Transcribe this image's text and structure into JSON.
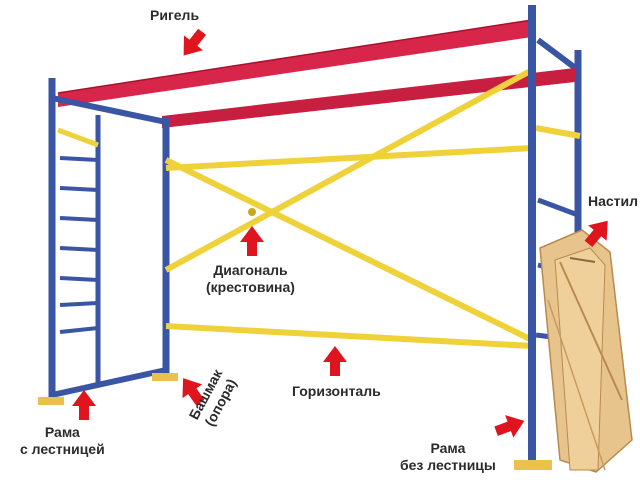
{
  "colors": {
    "frame": "#3a55a4",
    "frame_dark": "#24397a",
    "ledger_top": "#d8264a",
    "brace": "#efd23a",
    "brace_dark": "#c8a81c",
    "arrow": "#e0141e",
    "plank": "#e7c48c",
    "plank_edge": "#b98a4f",
    "base_plate": "#e8c24a"
  },
  "labels": {
    "ledger": "Ригель",
    "deck": "Настил",
    "diagonal_line1": "Диагональ",
    "diagonal_line2": "(крестовина)",
    "horizontal": "Горизонталь",
    "frame_ladder_line1": "Рама",
    "frame_ladder_line2": "с лестницей",
    "frame_no_ladder_line1": "Рама",
    "frame_no_ladder_line2": "без лестницы",
    "base_shoe_line1": "Башмак",
    "base_shoe_line2": "(опора)"
  },
  "icons": {
    "arrow": "red-arrow-icon"
  }
}
